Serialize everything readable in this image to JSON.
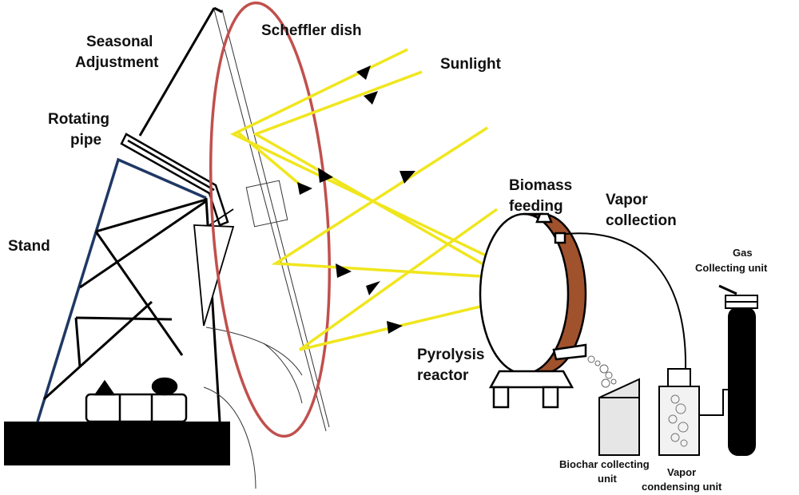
{
  "labels": {
    "seasonal_line1": "Seasonal",
    "seasonal_line2": "Adjustment",
    "scheffler_dish": "Scheffler dish",
    "sunlight": "Sunlight",
    "rotating_pipe_line1": "Rotating",
    "rotating_pipe_line2": "pipe",
    "stand": "Stand",
    "biomass_line1": "Biomass",
    "biomass_line2": "feeding",
    "vapor_collection_line1": "Vapor",
    "vapor_collection_line2": "collection",
    "gas_line1": "Gas",
    "gas_line2": "Collecting unit",
    "pyrolysis_line1": "Pyrolysis",
    "pyrolysis_line2": "reactor",
    "biochar_line1": "Biochar collecting",
    "biochar_line2": "unit",
    "vapor_condensing_line1": "Vapor",
    "vapor_condensing_line2": "condensing unit"
  },
  "colors": {
    "sunlight": "#f0e61e",
    "dish_rim": "#c0504d",
    "stand_frame": "#1f3864",
    "reactor_face": "#a0522d",
    "ink": "#000000"
  }
}
